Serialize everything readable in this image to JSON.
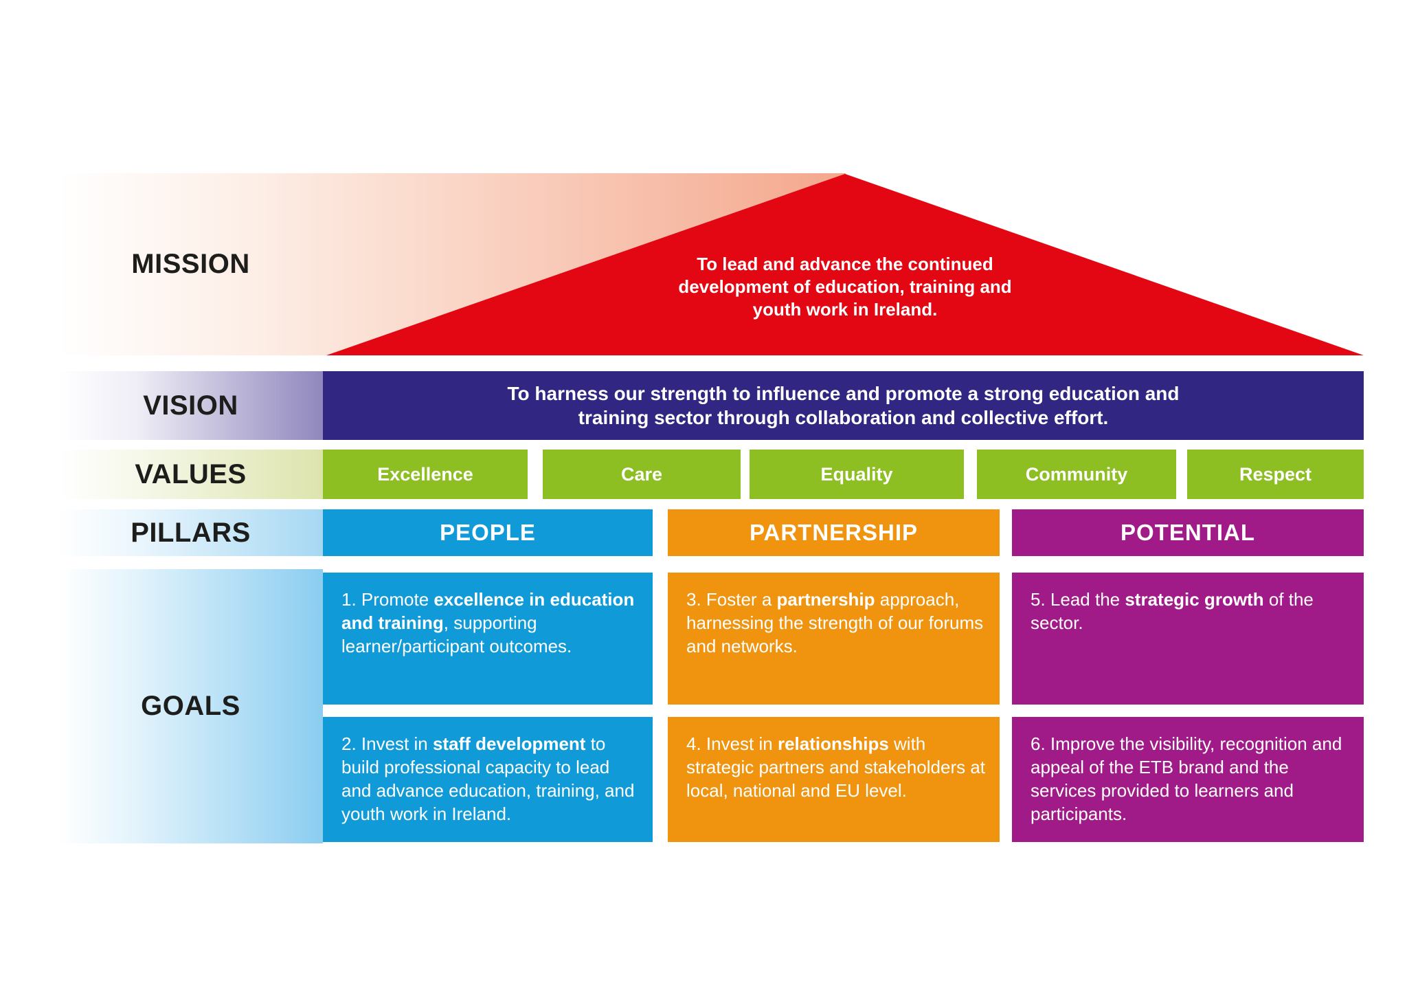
{
  "colors": {
    "red": "#e30613",
    "salmon_tint": "#f4a78c",
    "indigo": "#312783",
    "violet_tint": "#9087bd",
    "green": "#8dbe22",
    "green_tint": "#dde4ad",
    "blue": "#109bd8",
    "blue_tint": "#a6d8f3",
    "goals_tint": "#8bcdf0",
    "orange": "#f0940f",
    "magenta": "#a01b88",
    "text_dark": "#1d1d1b",
    "text_light": "#ffffff"
  },
  "mission": {
    "label": "MISSION",
    "text_lines": [
      "To lead and advance the continued",
      "development of education, training and",
      "youth work in Ireland."
    ]
  },
  "vision": {
    "label": "VISION",
    "text_lines": [
      "To harness our strength to influence and promote a strong education and",
      "training sector through collaboration and collective effort."
    ]
  },
  "values": {
    "label": "VALUES",
    "items": [
      "Excellence",
      "Care",
      "Equality",
      "Community",
      "Respect"
    ]
  },
  "pillars": {
    "label": "PILLARS",
    "items": [
      "PEOPLE",
      "PARTNERSHIP",
      "POTENTIAL"
    ]
  },
  "goals": {
    "label": "GOALS",
    "items": [
      {
        "segments": [
          {
            "t": "1. Promote ",
            "b": false
          },
          {
            "t": "excellence in education and training",
            "b": true
          },
          {
            "t": ", supporting learner/participant outcomes.",
            "b": false
          }
        ]
      },
      {
        "segments": [
          {
            "t": "2. Invest in ",
            "b": false
          },
          {
            "t": "staff development",
            "b": true
          },
          {
            "t": " to build professional capacity to lead and advance education, training, and youth work in Ireland.",
            "b": false
          }
        ]
      },
      {
        "segments": [
          {
            "t": "3. Foster a ",
            "b": false
          },
          {
            "t": "partnership",
            "b": true
          },
          {
            "t": " approach, harnessing the strength of our forums and networks.",
            "b": false
          }
        ]
      },
      {
        "segments": [
          {
            "t": "4. Invest in ",
            "b": false
          },
          {
            "t": "relationships",
            "b": true
          },
          {
            "t": " with strategic partners and stakeholders at local, national and EU level.",
            "b": false
          }
        ]
      },
      {
        "segments": [
          {
            "t": "5. Lead the ",
            "b": false
          },
          {
            "t": "strategic growth",
            "b": true
          },
          {
            "t": " of the sector.",
            "b": false
          }
        ]
      },
      {
        "segments": [
          {
            "t": "6. Improve the visibility, recognition and appeal of the ETB brand and the services provided to learners and participants.",
            "b": false
          }
        ]
      }
    ]
  }
}
